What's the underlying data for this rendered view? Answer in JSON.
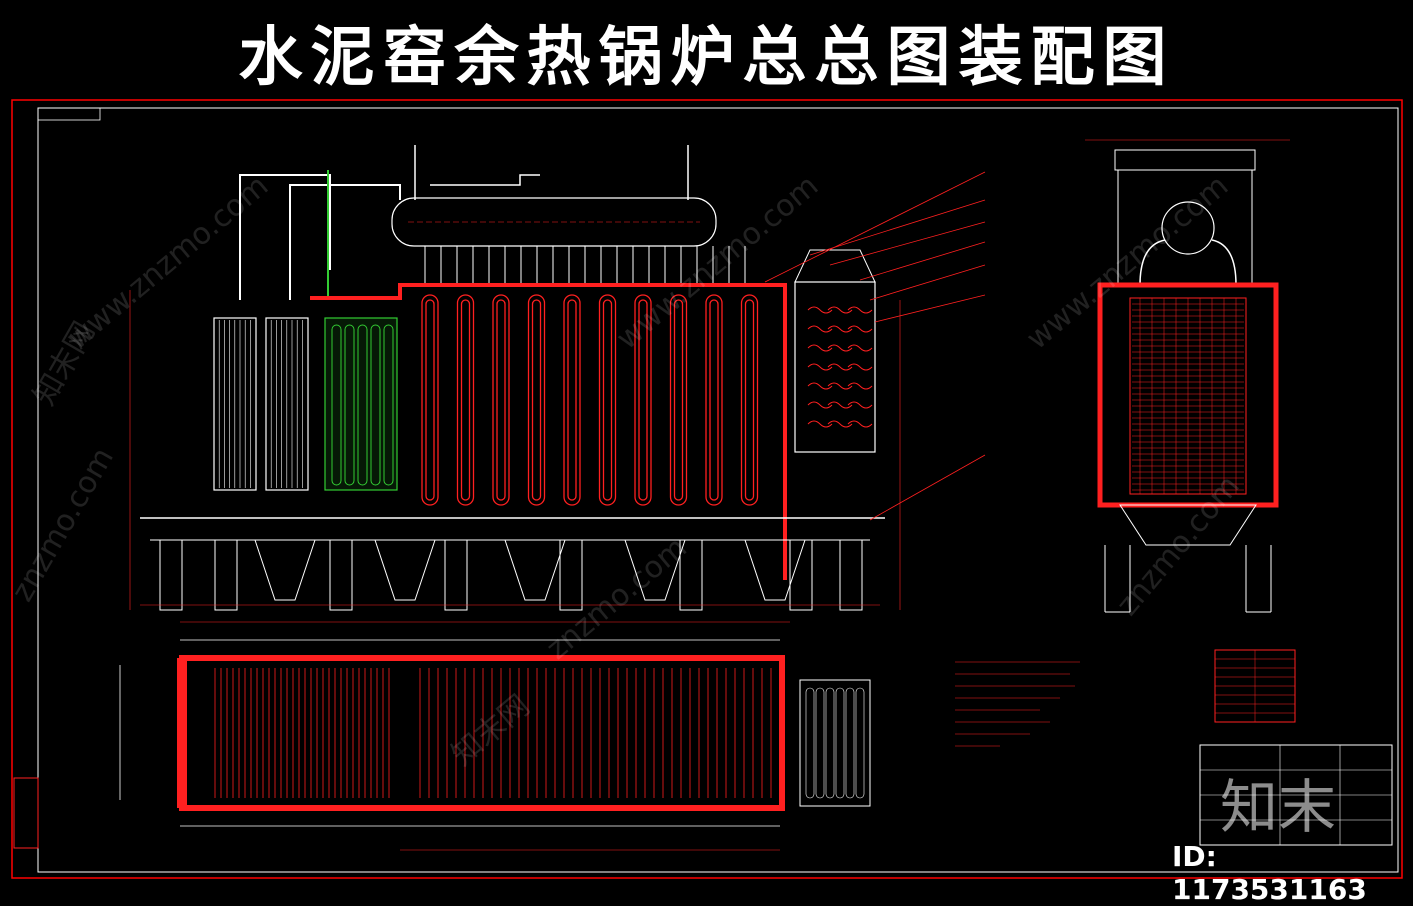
{
  "title": "水泥窑余热锅炉总总图装配图",
  "watermark": {
    "domain": "www.znzmo.com",
    "short_domain": "znzmo.com",
    "brand": "知末网"
  },
  "logo": {
    "text": "知末"
  },
  "image_id": "ID: 1173531163",
  "colors": {
    "background": "#000000",
    "drawing_red": "#ff2020",
    "drawing_white": "#ffffff",
    "drawing_green": "#33cc33",
    "border_red": "#ff0000"
  }
}
